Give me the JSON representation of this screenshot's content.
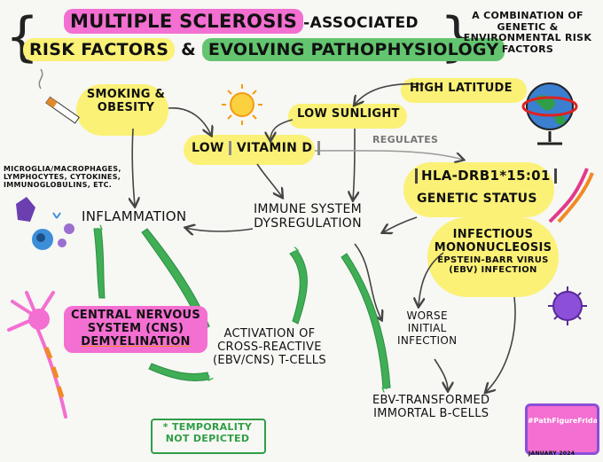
{
  "header": {
    "title_part1": "Multiple Sclerosis",
    "title_part2": "-associated",
    "title_part3": "Risk Factors",
    "title_amp": "&",
    "title_part4": "Evolving Pathophysiology",
    "side_note": "A combination of genetic & environmental risk factors"
  },
  "nodes": {
    "smoking_obesity": "Smoking & Obesity",
    "high_latitude": "High Latitude",
    "low_sunlight": "Low Sunlight",
    "low_vitamin_d_1": "Low",
    "low_vitamin_d_2": "Vitamin D",
    "regulates": "Regulates",
    "hla": "HLA-DRB1*15:01",
    "genetic_status": "Genetic Status",
    "immune_cells": "Microglia/macrophages, lymphocytes, cytokines, immunoglobulins, etc.",
    "inflammation": "Inflammation",
    "immune_dysregulation_1": "Immune System",
    "immune_dysregulation_2": "Dysregulation",
    "mono_1": "Infectious",
    "mono_2": "Mononucleosis",
    "mono_3": "Epstein-Barr Virus",
    "mono_4": "(EBV) Infection",
    "cns_1": "Central Nervous",
    "cns_2": "System (CNS)",
    "cns_3": "Demyelination",
    "activation_1": "Activation of",
    "activation_2": "Cross-Reactive",
    "activation_3": "(EBV/CNS) T-Cells",
    "worse_1": "Worse",
    "worse_2": "Initial",
    "worse_3": "Infection",
    "ebv_1": "EBV-Transformed",
    "ebv_2": "Immortal B-Cells"
  },
  "footer": {
    "note_1": "* Temporality",
    "note_2": "not depicted",
    "logo_text": "#PathFigureFriday",
    "logo_date": "January 2024"
  },
  "colors": {
    "yellow_highlight": "#fbf176",
    "pink_highlight": "#f36fd1",
    "green_highlight": "#63c56f",
    "green_arrow": "#3fae55",
    "dark_arrow": "#444444"
  }
}
